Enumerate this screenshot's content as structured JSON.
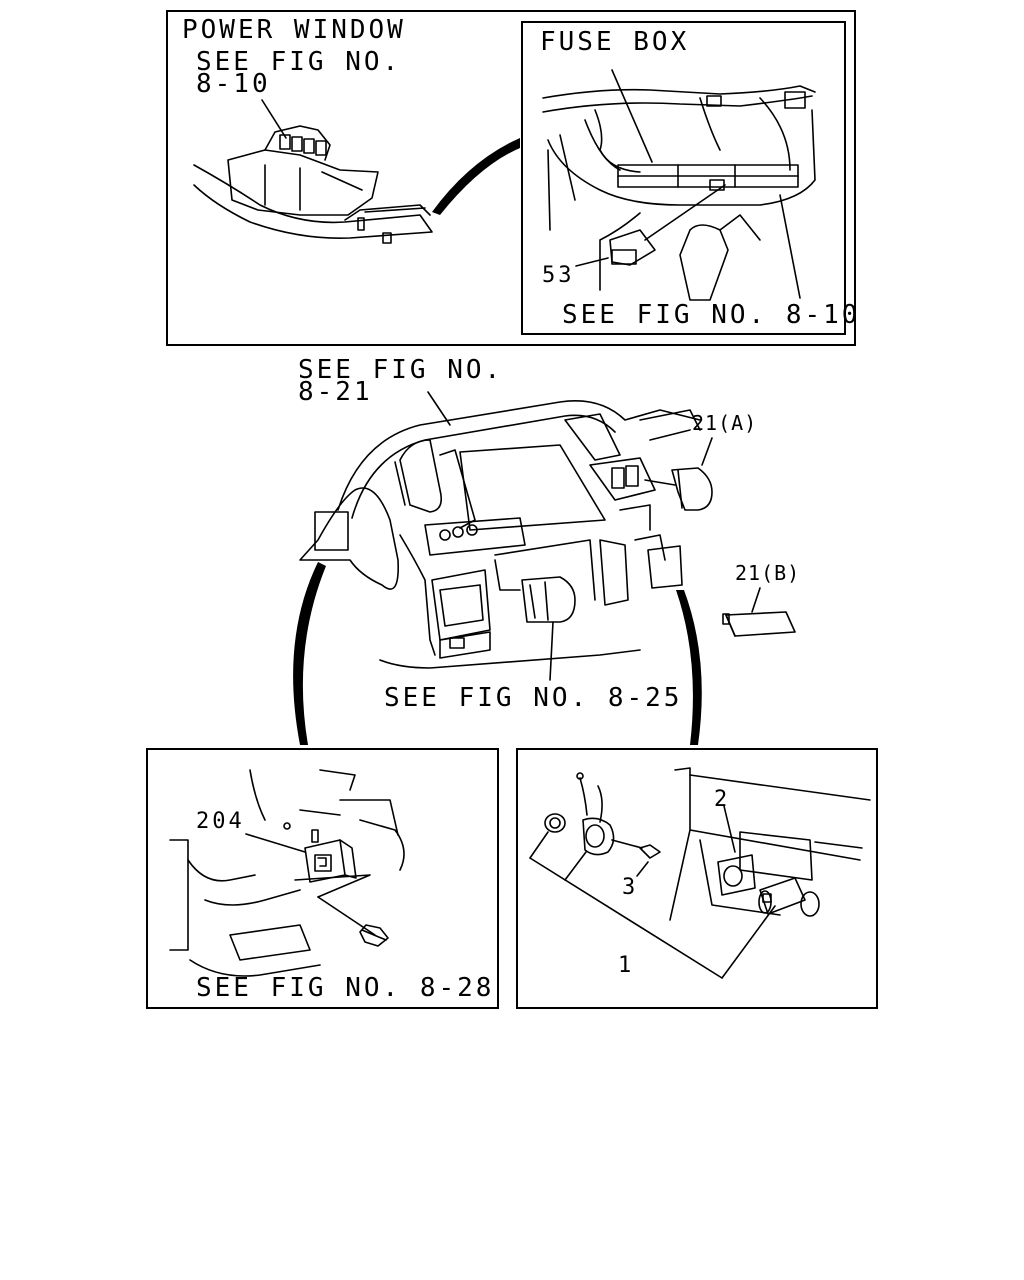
{
  "panels": {
    "power_window": {
      "title_1": "POWER WINDOW",
      "title_2": "SEE FIG NO.",
      "title_3": "8-10"
    },
    "fuse_box": {
      "title": "FUSE BOX",
      "part_53": "53",
      "ref": "SEE FIG NO. 8-10"
    },
    "dashboard": {
      "ref_top_1": "SEE FIG NO.",
      "ref_top_2": "8-21",
      "part_21a": "21(A)",
      "part_21b": "21(B)",
      "ref_bottom": "SEE FIG NO. 8-25"
    },
    "relay": {
      "part_204": "204",
      "ref": "SEE FIG NO. 8-28"
    },
    "lighter": {
      "part_1": "1",
      "part_2": "2",
      "part_3": "3"
    }
  }
}
